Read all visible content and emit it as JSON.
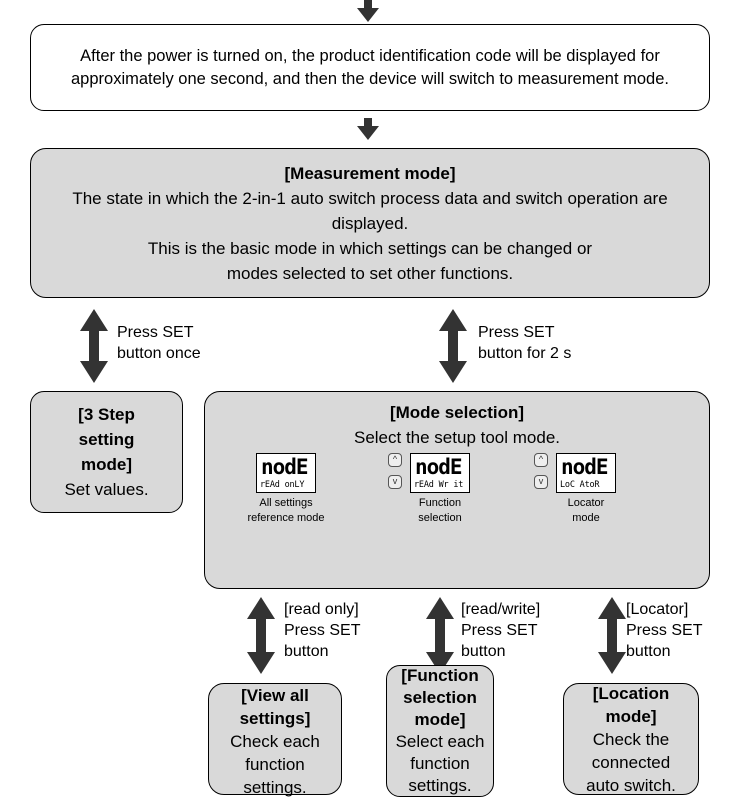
{
  "intro": {
    "text": "After the power is turned on, the product identification code will be displayed for approximately one second, and then the device will switch to measurement mode."
  },
  "measurement": {
    "title": "[Measurement mode]",
    "line1": "The state in which the 2-in-1 auto switch process data and switch operation are displayed.",
    "line2": "This is the basic mode in which settings can be changed or modes selected to set other functions."
  },
  "arrow_labels": {
    "press_once_1": "Press SET",
    "press_once_2": "button once",
    "press_2s_1": "Press SET",
    "press_2s_2": "button for 2 s",
    "read_only_1": "[read only]",
    "read_only_2": "Press SET",
    "read_only_3": "button",
    "read_write_1": "[read/write]",
    "read_write_2": "Press SET",
    "read_write_3": "button",
    "locator_1": "[Locator]",
    "locator_2": "Press SET",
    "locator_3": "button"
  },
  "three_step": {
    "title1": "[3 Step",
    "title2": "setting",
    "title3": "mode]",
    "body": "Set values."
  },
  "mode_selection": {
    "title": "[Mode selection]",
    "body": "Select the setup tool mode.",
    "displays": [
      {
        "main": "nodE",
        "sub": "rEAd onLY",
        "caption1": "All settings",
        "caption2": "reference mode"
      },
      {
        "main": "nodE",
        "sub": "rEAd Wr it",
        "caption1": "Function",
        "caption2": "selection"
      },
      {
        "main": "nodE",
        "sub": "LoC AtoR",
        "caption1": "Locator",
        "caption2": "mode"
      }
    ],
    "up_glyph": "^",
    "down_glyph": "v"
  },
  "view_all": {
    "title1": "[View all",
    "title2": "settings]",
    "body1": "Check each",
    "body2": "function",
    "body3": "settings."
  },
  "function_selection": {
    "title1": "[Function",
    "title2": "selection",
    "title3": "mode]",
    "body1": "Select each",
    "body2": "function",
    "body3": "settings."
  },
  "location": {
    "title1": "[Location",
    "title2": "mode]",
    "body1": "Check the",
    "body2": "connected",
    "body3": "auto switch."
  }
}
